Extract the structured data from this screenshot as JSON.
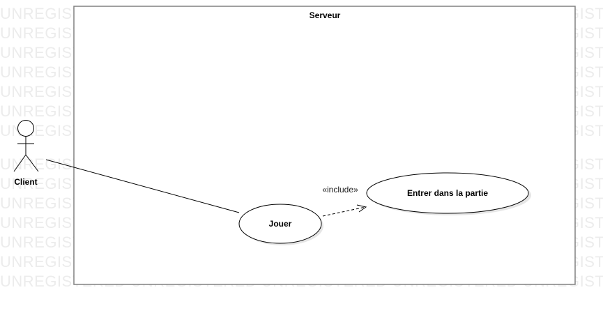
{
  "watermark": {
    "text": "UNREGISTERED UNREGISTERED UNREGISTERED UNREGISTERED UNREGISTERED UNREGISTERED UNREGISTERED",
    "color": "#ececec"
  },
  "system_boundary": {
    "title": "Serveur"
  },
  "actor": {
    "name": "Client"
  },
  "use_cases": {
    "play": {
      "label": "Jouer"
    },
    "join": {
      "label": "Entrer dans la partie"
    }
  },
  "relationships": {
    "include": {
      "stereotype": "«include»"
    }
  },
  "colors": {
    "line": "#000000",
    "border": "#808080",
    "shadow": "#e6e6e6"
  }
}
